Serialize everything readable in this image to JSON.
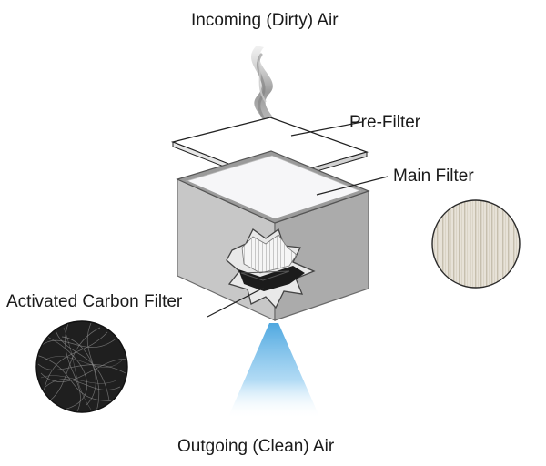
{
  "labels": {
    "incoming": "Incoming (Dirty) Air",
    "prefilter": "Pre-Filter",
    "main_filter": "Main Filter",
    "carbon_filter": "Activated Carbon Filter",
    "outgoing": "Outgoing (Clean) Air"
  },
  "colors": {
    "housing_front": "#c7c7c7",
    "housing_side": "#a9a9a9",
    "filter_top": "#f4f4f6",
    "smoke": "#9a9a9a",
    "clean_air": "#7ec2ea",
    "carbon": "#1f1f1f",
    "pleat": "#efe9dd"
  },
  "icons": [
    "smoke-icon",
    "clean-air-beam-icon",
    "carbon-fiber-swatch-icon",
    "pleated-filter-swatch-icon"
  ]
}
